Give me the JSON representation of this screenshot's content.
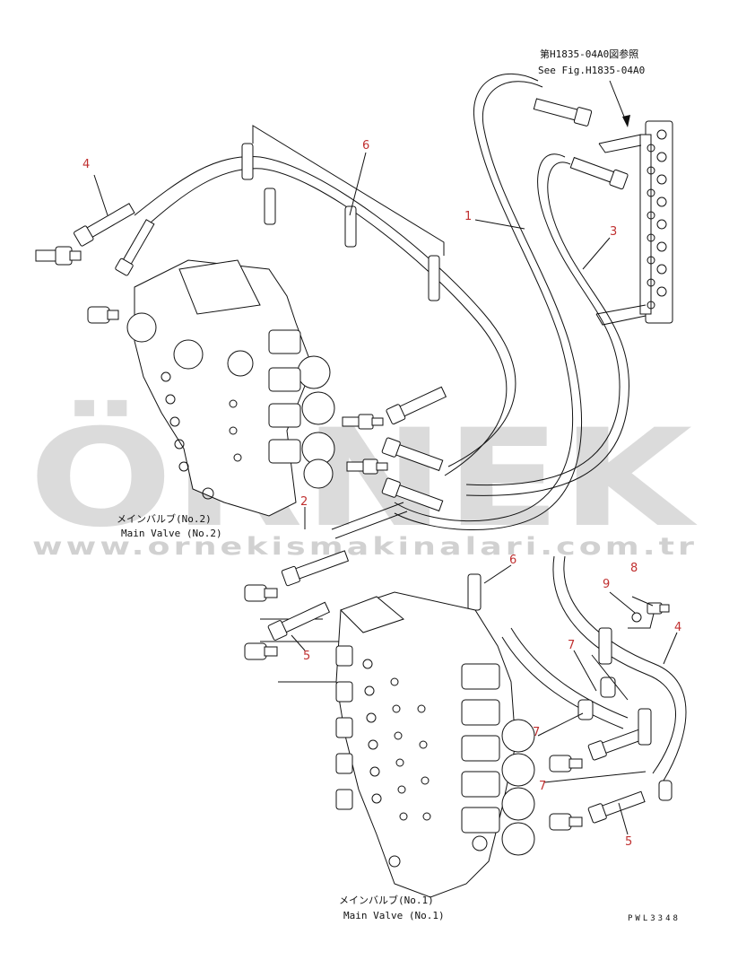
{
  "reference": {
    "jp": "第H1835-04A0図参照",
    "en": "See Fig.H1835-04A0"
  },
  "callouts": [
    {
      "id": "c1",
      "text": "1"
    },
    {
      "id": "c2",
      "text": "2"
    },
    {
      "id": "c3",
      "text": "3"
    },
    {
      "id": "c4a",
      "text": "4"
    },
    {
      "id": "c4b",
      "text": "4"
    },
    {
      "id": "c5a",
      "text": "5"
    },
    {
      "id": "c5b",
      "text": "5"
    },
    {
      "id": "c6a",
      "text": "6"
    },
    {
      "id": "c6b",
      "text": "6"
    },
    {
      "id": "c7a",
      "text": "7"
    },
    {
      "id": "c7b",
      "text": "7"
    },
    {
      "id": "c7c",
      "text": "7"
    },
    {
      "id": "c8",
      "text": "8"
    },
    {
      "id": "c9",
      "text": "9"
    }
  ],
  "valves": {
    "no2": {
      "jp": "メインバルブ(No.2)",
      "en": "Main Valve (No.2)"
    },
    "no1": {
      "jp": "メインバルブ(No.1)",
      "en": "Main Valve (No.1)"
    }
  },
  "drawing_code": "PWL3348",
  "watermark": {
    "brand": "ÖRNEK",
    "url": "www.ornekismakinalari.com.tr",
    "accent_color": "#f2d36b",
    "text_color": "#cfcfcf"
  }
}
